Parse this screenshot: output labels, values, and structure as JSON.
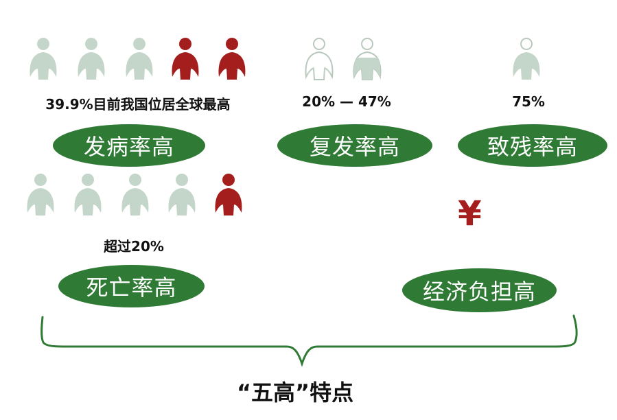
{
  "colors": {
    "figure_gray": "#c4d6c9",
    "figure_red": "#a41e1e",
    "pill_green": "#2f7a35",
    "outline_gray": "#b9c8bc"
  },
  "incidence": {
    "stat": "39.9%目前我国位居全球最高",
    "label": "发病率高",
    "figures": [
      "person-gray-icon",
      "person-gray-icon",
      "person-gray-icon",
      "person-red-icon",
      "person-red-icon"
    ]
  },
  "recurrence": {
    "stat": "20% — 47%",
    "label": "复发率高",
    "figures": [
      "person-partial-icon",
      "person-partial-icon"
    ]
  },
  "disability": {
    "stat": "75%",
    "label": "致残率高",
    "figures": [
      "person-gray-icon"
    ]
  },
  "mortality": {
    "stat": "超过20%",
    "label": "死亡率高",
    "figures": [
      "person-gray-icon",
      "person-gray-icon",
      "person-gray-icon",
      "person-gray-icon",
      "person-red-icon"
    ]
  },
  "economic": {
    "symbol": "¥",
    "label": "经济负担高"
  },
  "caption": "“五高”特点"
}
